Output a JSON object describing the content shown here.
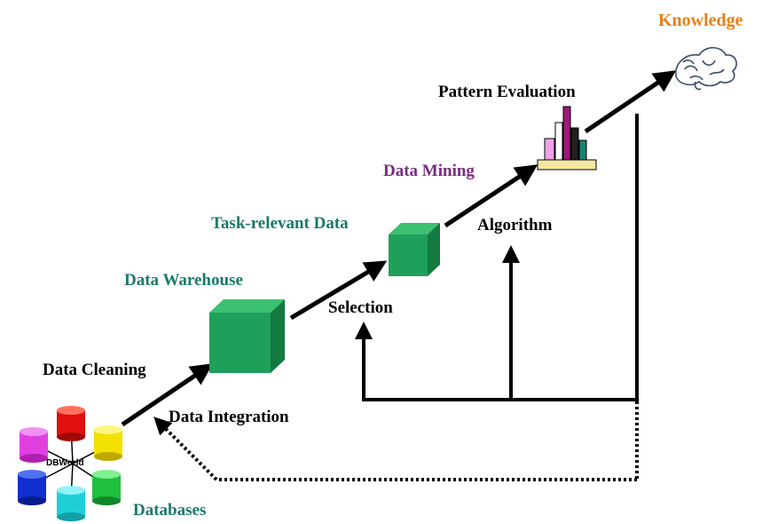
{
  "labels": {
    "knowledge": "Knowledge",
    "pattern_evaluation": "Pattern Evaluation",
    "data_mining": "Data Mining",
    "algorithm": "Algorithm",
    "task_relevant_data": "Task-relevant Data",
    "data_warehouse": "Data Warehouse",
    "selection": "Selection",
    "data_cleaning": "Data Cleaning",
    "data_integration": "Data Integration",
    "databases": "Databases",
    "dbworld": "DBWorld"
  },
  "colors": {
    "knowledge": "#e8801a",
    "data_mining": "#7a2a80",
    "teal_label": "#1a7a6a",
    "cube_front": "#1fa05a",
    "cube_top": "#3cc071",
    "cube_side": "#137a40",
    "arrow": "#000000",
    "db_magenta": "#e040e0",
    "db_red": "#e01010",
    "db_yellow": "#f4e000",
    "db_blue": "#1030d0",
    "db_cyan": "#20d0d8",
    "db_green": "#20c040"
  },
  "icons": {
    "knowledge": "brain-icon",
    "pattern": "bar-chart-icon",
    "databases": "database-cylinders-icon",
    "warehouse": "green-cube-icon",
    "task_data": "green-cube-icon"
  }
}
